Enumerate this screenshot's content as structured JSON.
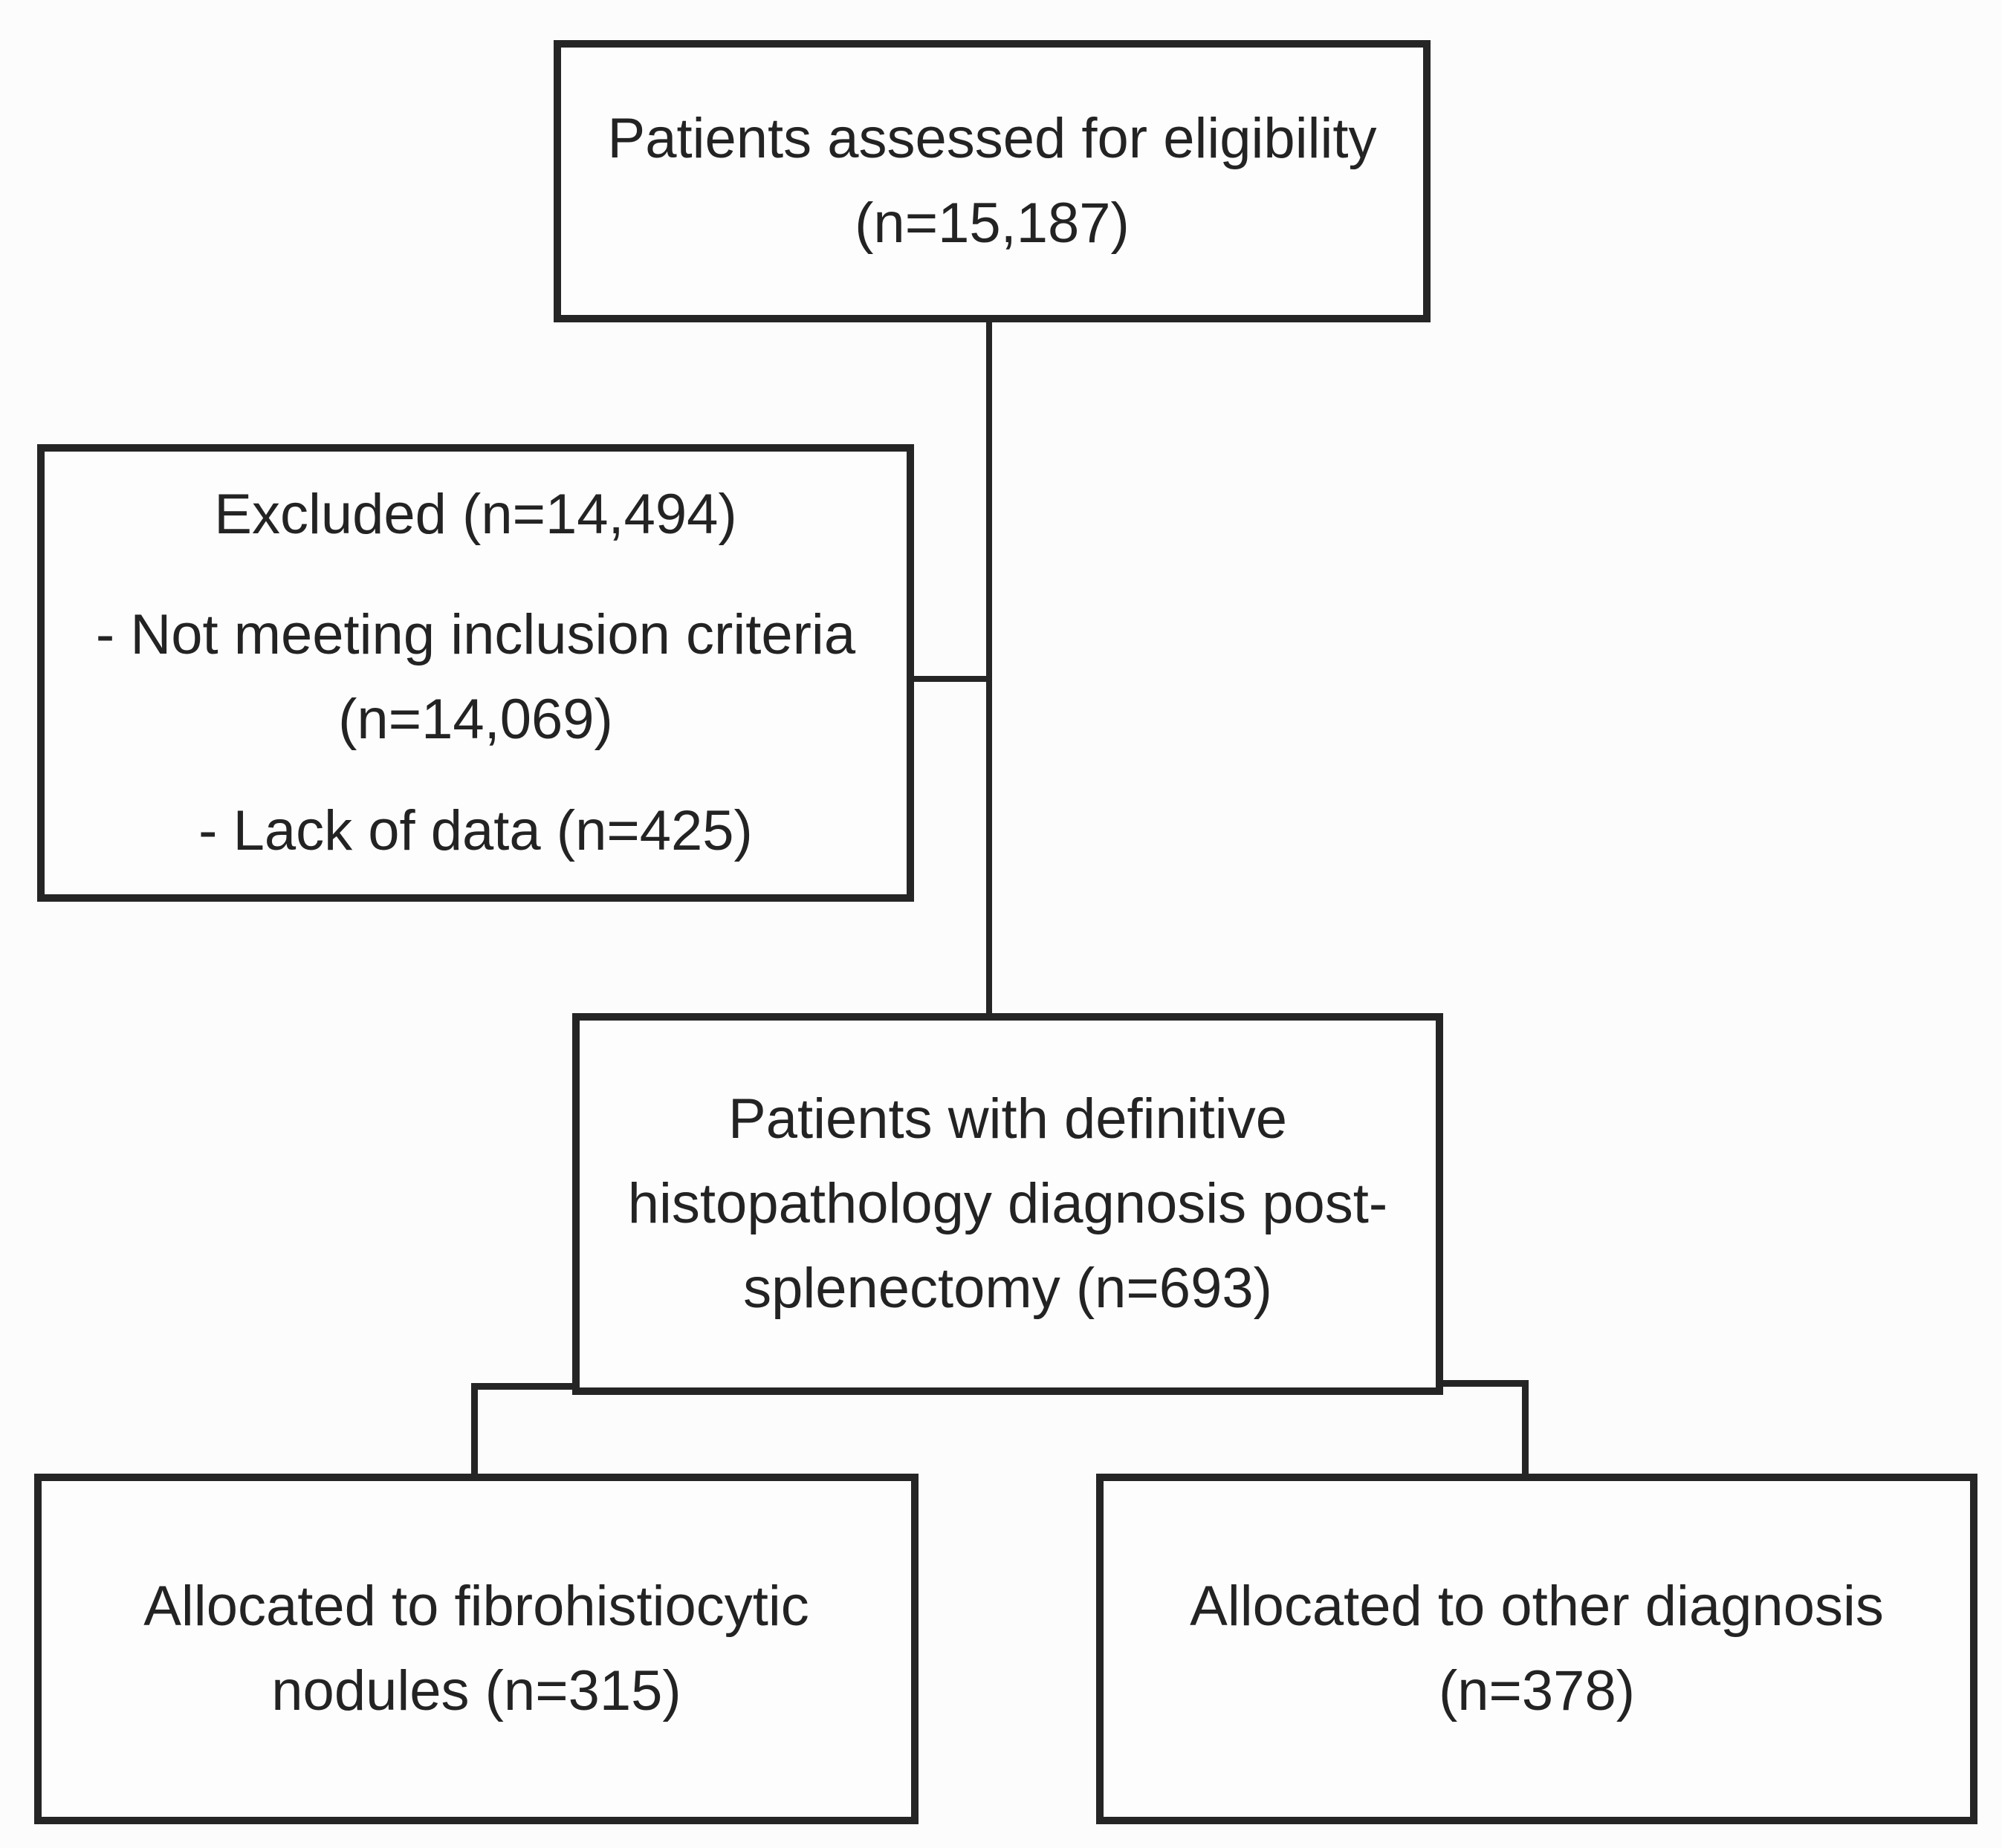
{
  "figure": {
    "type": "flowchart",
    "background_color": "#fcfcfc",
    "line_color": "#252525",
    "text_color": "#232323",
    "counts": {
      "assessed": 15187,
      "excluded": 14494,
      "not_meeting_inclusion_criteria": 14069,
      "lack_of_data": 425,
      "definitive_histopathology": 693,
      "fibrohistiocytic_nodules": 315,
      "other_diagnosis": 378
    },
    "nodes": {
      "assessed": {
        "line1": "Patients assessed for eligibility",
        "line2": "(n=15,187)"
      },
      "excluded": {
        "line1": "Excluded (n=14,494)",
        "line2": "- Not meeting inclusion criteria",
        "line3": "(n=14,069)",
        "line4": "- Lack of data (n=425)"
      },
      "histopathology": {
        "line1": "Patients with definitive",
        "line2": "histopathology diagnosis post-",
        "line3": "splenectomy (n=693)"
      },
      "fibrohistiocytic": {
        "line1": "Allocated to fibrohistiocytic",
        "line2": "nodules (n=315)"
      },
      "other": {
        "line1": "Allocated to other diagnosis",
        "line2": "(n=378)"
      }
    }
  }
}
